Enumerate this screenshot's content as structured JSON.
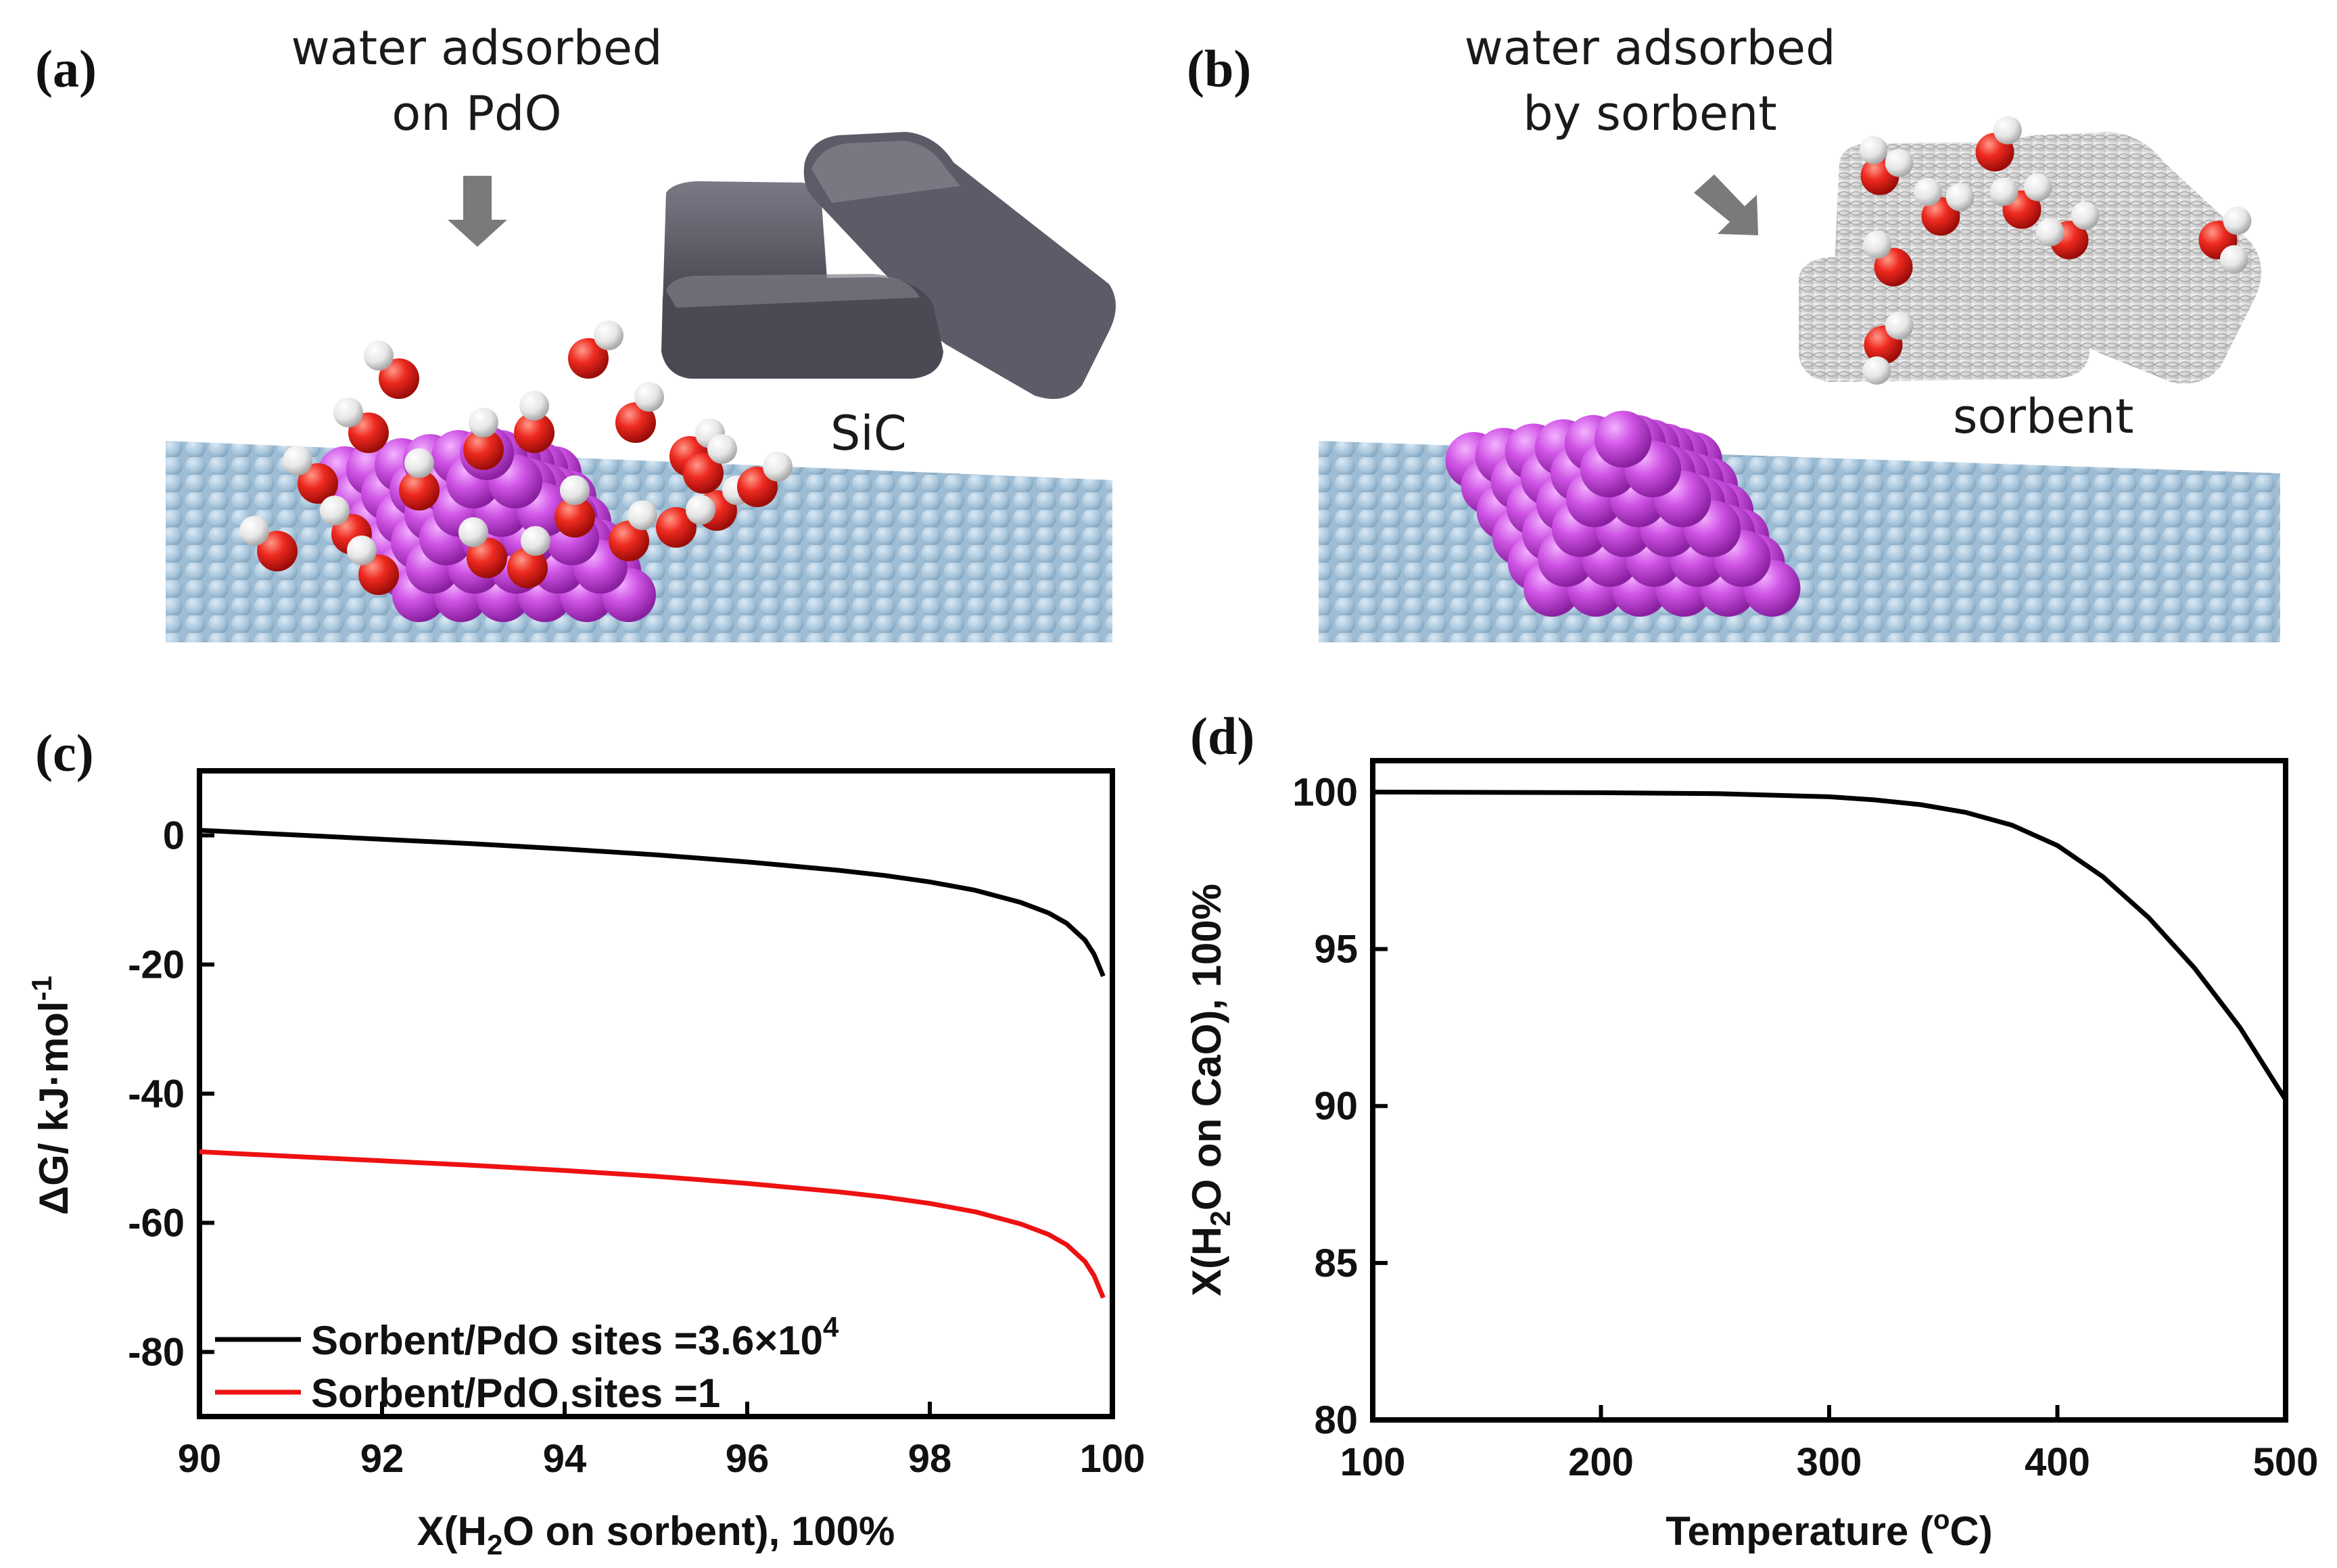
{
  "panels": {
    "a": {
      "label": "(a)",
      "caption_line1": "water adsorbed",
      "caption_line2": "on PdO",
      "material_label": "SiC"
    },
    "b": {
      "label": "(b)",
      "caption_line1": "water adsorbed",
      "caption_line2": "by sorbent",
      "material_label": "sorbent"
    },
    "c": {
      "label": "(c)"
    },
    "d": {
      "label": "(d)"
    }
  },
  "colors": {
    "substrate": "#a9c6dc",
    "pdo": "#c43fd6",
    "oxygen": "#e8201c",
    "hydrogen": "#e6e6e6",
    "sic": "#5b5b66",
    "sorbent": "#e2e2e2",
    "arrow": "#7a7a7a",
    "series_black": "#000000",
    "series_red": "#ee1111"
  },
  "chart_data": [
    {
      "id": "c",
      "type": "line",
      "xlabel_prefix": "X(H",
      "xlabel_sub": "2",
      "xlabel_suffix": "O on sorbent), 100%",
      "ylabel_main": "ΔG/ kJ·mol",
      "ylabel_sup": "-1",
      "xlim": [
        90,
        100
      ],
      "ylim": [
        -90,
        10
      ],
      "xticks": [
        90,
        92,
        94,
        96,
        98,
        100
      ],
      "yticks": [
        0,
        -20,
        -40,
        -60,
        -80
      ],
      "legend_position": "bottom-left",
      "series": [
        {
          "name": "Sorbent/PdO sites =3.6×10",
          "name_sup": "4",
          "color": "#000000",
          "x": [
            90,
            91,
            92,
            93,
            94,
            95,
            96,
            97,
            97.5,
            98,
            98.5,
            99,
            99.3,
            99.5,
            99.7,
            99.8,
            99.9
          ],
          "y": [
            0.8,
            0.1,
            -0.6,
            -1.3,
            -2.1,
            -3.0,
            -4.1,
            -5.4,
            -6.2,
            -7.2,
            -8.5,
            -10.4,
            -12.0,
            -13.6,
            -16.2,
            -18.4,
            -21.8
          ]
        },
        {
          "name": "Sorbent/PdO sites =1",
          "name_sup": "",
          "color": "#ee1111",
          "x": [
            90,
            91,
            92,
            93,
            94,
            95,
            96,
            97,
            97.5,
            98,
            98.5,
            99,
            99.3,
            99.5,
            99.7,
            99.8,
            99.9
          ],
          "y": [
            -49.0,
            -49.7,
            -50.4,
            -51.1,
            -51.9,
            -52.8,
            -53.9,
            -55.2,
            -56.0,
            -57.0,
            -58.3,
            -60.2,
            -61.8,
            -63.4,
            -66.0,
            -68.2,
            -71.6
          ]
        }
      ]
    },
    {
      "id": "d",
      "type": "line",
      "xlabel_prefix": "Temperature (",
      "xlabel_deg": "o",
      "xlabel_suffix": "C)",
      "ylabel_prefix": "X(H",
      "ylabel_sub": "2",
      "ylabel_suffix": "O on CaO), 100%",
      "xlim": [
        100,
        500
      ],
      "ylim": [
        80,
        101
      ],
      "xticks": [
        100,
        200,
        300,
        400,
        500
      ],
      "yticks": [
        80,
        85,
        90,
        95,
        100
      ],
      "series": [
        {
          "color": "#000000",
          "x": [
            100,
            150,
            200,
            250,
            300,
            320,
            340,
            360,
            380,
            400,
            420,
            440,
            460,
            480,
            500
          ],
          "y": [
            100.0,
            99.99,
            99.98,
            99.95,
            99.85,
            99.75,
            99.6,
            99.35,
            98.95,
            98.3,
            97.3,
            96.0,
            94.4,
            92.5,
            90.2
          ]
        }
      ]
    }
  ]
}
